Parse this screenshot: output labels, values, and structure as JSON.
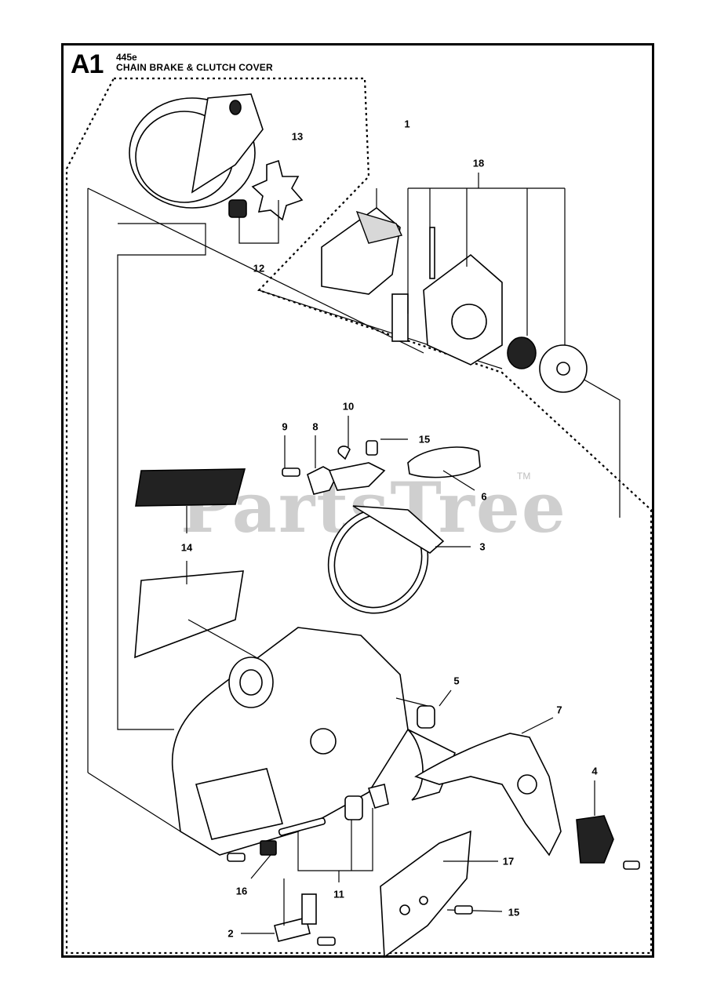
{
  "header": {
    "section_code": "A1",
    "model": "445e",
    "title": "CHAIN BRAKE & CLUTCH COVER"
  },
  "watermark": {
    "text": "PartsTree",
    "trademark": "TM"
  },
  "callouts": [
    {
      "id": "1",
      "label": "1"
    },
    {
      "id": "2",
      "label": "2"
    },
    {
      "id": "3",
      "label": "3"
    },
    {
      "id": "4",
      "label": "4"
    },
    {
      "id": "5",
      "label": "5"
    },
    {
      "id": "6",
      "label": "6"
    },
    {
      "id": "7",
      "label": "7"
    },
    {
      "id": "8",
      "label": "8"
    },
    {
      "id": "9",
      "label": "9"
    },
    {
      "id": "10",
      "label": "10"
    },
    {
      "id": "11",
      "label": "11"
    },
    {
      "id": "12",
      "label": "12"
    },
    {
      "id": "13",
      "label": "13"
    },
    {
      "id": "14",
      "label": "14"
    },
    {
      "id": "15a",
      "label": "15"
    },
    {
      "id": "15b",
      "label": "15"
    },
    {
      "id": "16",
      "label": "16"
    },
    {
      "id": "17",
      "label": "17"
    },
    {
      "id": "18",
      "label": "18"
    }
  ]
}
